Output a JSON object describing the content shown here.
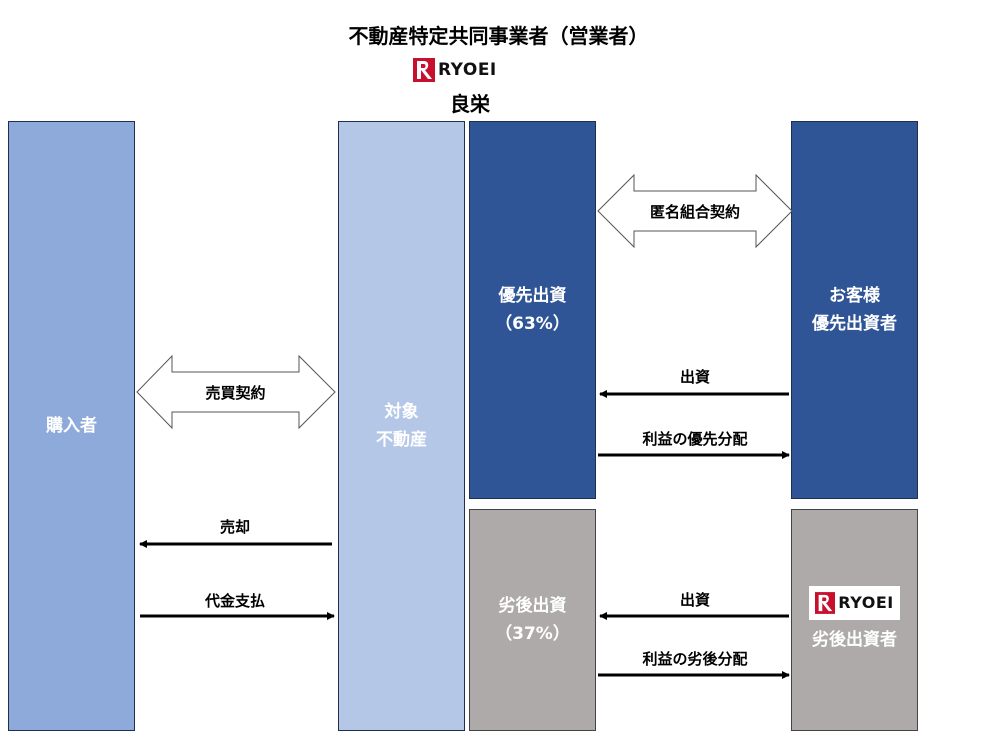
{
  "title": "不動産特定共同事業者（営業者）",
  "operator": {
    "logo_text": "RYOEI",
    "name": "良栄"
  },
  "boxes": {
    "buyer": "購入者",
    "property_line1": "対象",
    "property_line2": "不動産",
    "preferred_line1": "優先出資",
    "preferred_line2": "（63%）",
    "customer_line1": "お客様",
    "customer_line2": "優先出資者",
    "subordinate_line1": "劣後出資",
    "subordinate_line2": "（37%）",
    "subordinate_investor_logo": "RYOEI",
    "subordinate_investor": "劣後出資者"
  },
  "labels": {
    "sales_contract": "売買契約",
    "tk_contract": "匿名組合契約",
    "sale": "売却",
    "payment": "代金支払",
    "investment_preferred": "出資",
    "profit_preferred": "利益の優先分配",
    "investment_subordinate": "出資",
    "profit_subordinate": "利益の劣後分配"
  },
  "colors": {
    "buyer": "#8eaadb",
    "property": "#b4c7e7",
    "preferred": "#2f5597",
    "subordinate": "#aeaaaa",
    "logo_red": "#c8102e"
  }
}
